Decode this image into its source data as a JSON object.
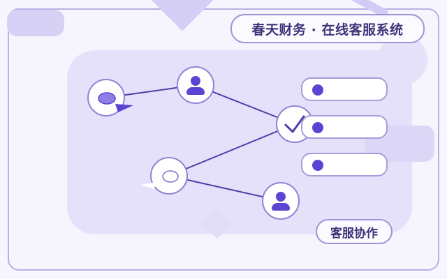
{
  "header": {
    "title": "春天财务 · 在线客服系统"
  },
  "footer": {
    "tag": "客服协作"
  },
  "nodes": [
    {
      "kind": "chat-bubble-filled"
    },
    {
      "kind": "agent-avatar"
    },
    {
      "kind": "check-hub"
    },
    {
      "kind": "chat-bubble-outline"
    },
    {
      "kind": "agent-avatar"
    }
  ],
  "list_rows": [
    {
      "marker": "dot"
    },
    {
      "marker": "dot"
    },
    {
      "marker": "dot"
    }
  ],
  "colors": {
    "accent": "#5b44d4",
    "line": "#4a3fa8",
    "panel": "#e6e1fb",
    "border": "#9d94d8",
    "text": "#3c3478"
  }
}
